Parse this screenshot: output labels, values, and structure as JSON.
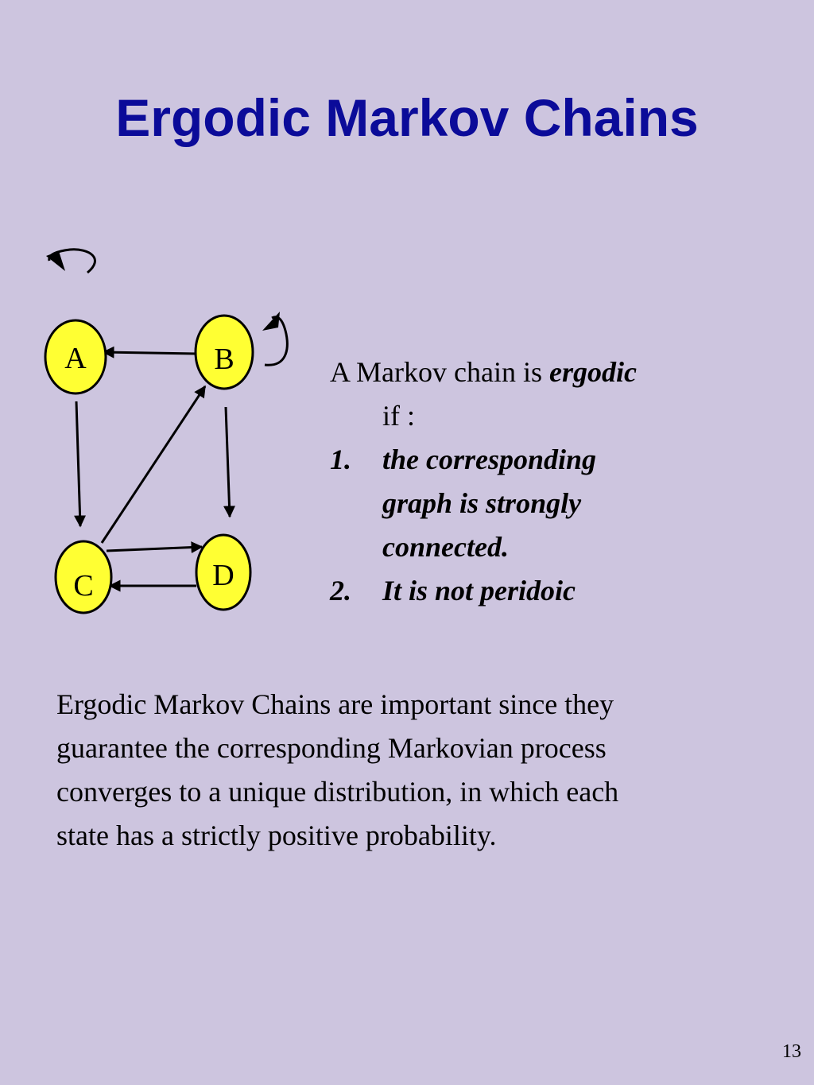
{
  "slide": {
    "title": "Ergodic Markov Chains",
    "page_number": "13"
  },
  "graph": {
    "nodes": [
      {
        "id": "A",
        "label": "A"
      },
      {
        "id": "B",
        "label": "B"
      },
      {
        "id": "C",
        "label": "C"
      },
      {
        "id": "D",
        "label": "D"
      }
    ],
    "edges": [
      {
        "from": "B",
        "to": "A"
      },
      {
        "from": "A",
        "to": "C"
      },
      {
        "from": "C",
        "to": "B"
      },
      {
        "from": "B",
        "to": "D"
      },
      {
        "from": "C",
        "to": "D"
      },
      {
        "from": "D",
        "to": "C"
      }
    ],
    "node_fill": "#ffff33",
    "node_stroke": "#000000"
  },
  "definition": {
    "intro_prefix": "A Markov chain is ",
    "intro_term": "ergodic",
    "intro_suffix": "if :",
    "items": [
      {
        "number": "1.",
        "lines": [
          "the corresponding",
          "graph is strongly",
          "connected."
        ]
      },
      {
        "number": "2.",
        "lines": [
          "It is not peridoic"
        ]
      }
    ]
  },
  "paragraph": {
    "lines": [
      "Ergodic Markov Chains are important since they",
      "guarantee the corresponding Markovian process",
      "converges to a unique distribution, in which each",
      "state has a strictly positive probability."
    ]
  }
}
